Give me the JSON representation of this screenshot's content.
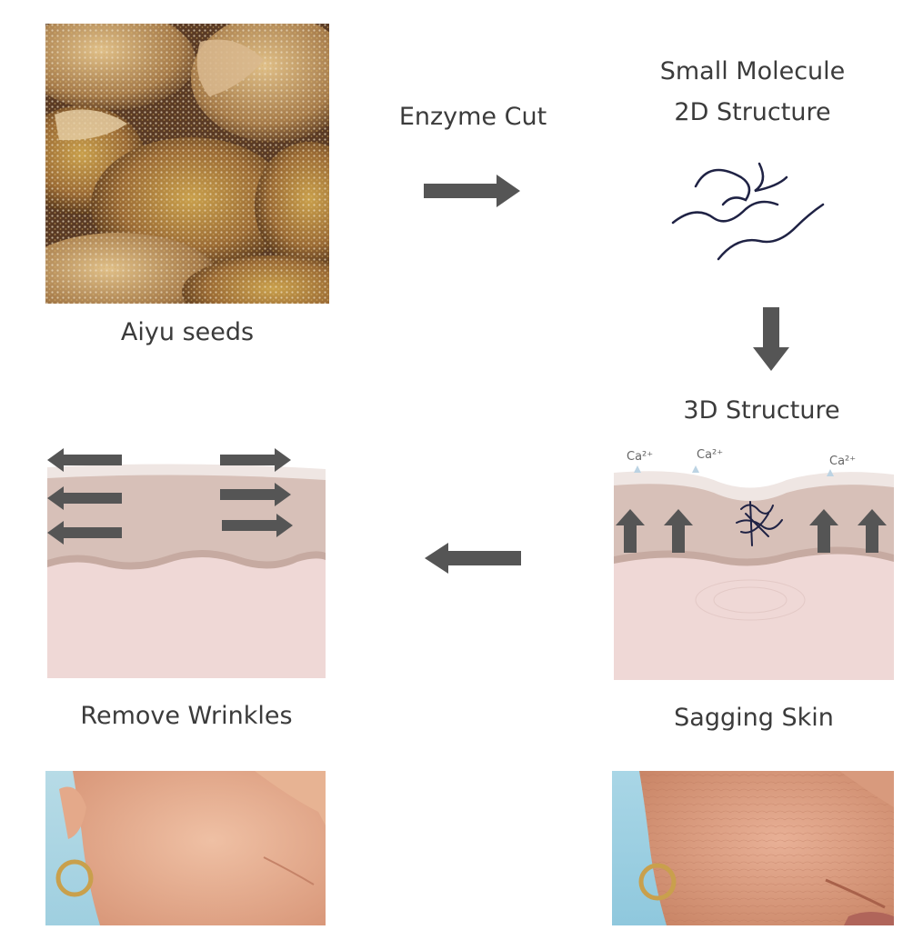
{
  "labels": {
    "seeds": "Aiyu seeds",
    "enzyme": "Enzyme Cut",
    "molecule_line1": "Small Molecule",
    "molecule_line2": "2D Structure",
    "structure3d": "3D Structure",
    "remove_wrinkles": "Remove Wrinkles",
    "sagging_skin": "Sagging Skin"
  },
  "ions": [
    "Ca²⁺",
    "Ca²⁺",
    "Ca²⁺"
  ],
  "colors": {
    "arrow": "#555555",
    "skin_top": "#efe6e3",
    "dermis": "#d7c0b8",
    "subcutis": "#efd8d6",
    "polymer": "#1f2244",
    "text": "#3b3b3b"
  },
  "icons": {
    "process_arrow": "block-arrow",
    "lift_arrow": "block-arrow-up",
    "stretch_arrow": "block-arrow-horizontal"
  }
}
